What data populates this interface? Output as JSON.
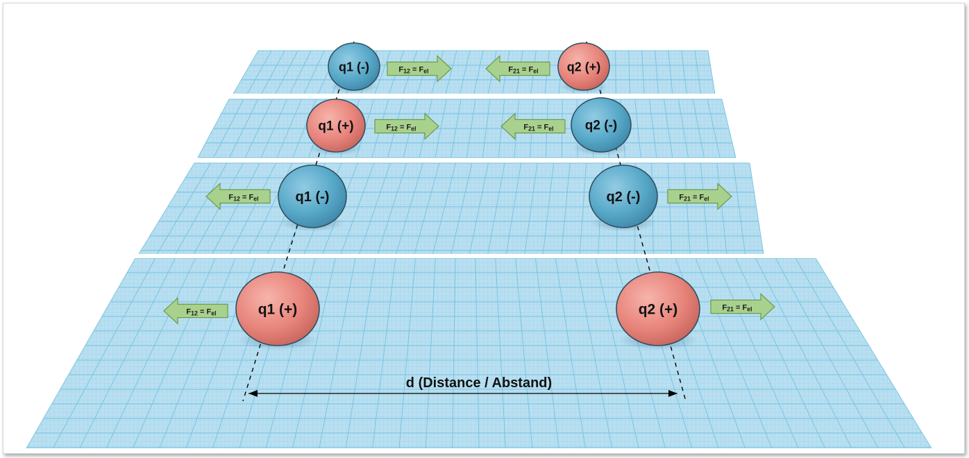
{
  "colors": {
    "positive": "#e8857c",
    "negative": "#58a9c9",
    "grid_fill": "#b9dff0",
    "grid_line": "#74c1e2",
    "arrow_fill": "#a9d18e",
    "arrow_stroke": "#6b9a4b",
    "separator": "#ffffff"
  },
  "distance_label": "d (Distance / Abstand)",
  "rows": [
    {
      "q1": {
        "name": "q1",
        "sign": "(-)",
        "polarity": "negative"
      },
      "q2": {
        "name": "q2",
        "sign": "(+)",
        "polarity": "positive"
      },
      "f12": {
        "label": "F",
        "sub": "12",
        "eq": " = F",
        "sub2": "el",
        "direction": "right"
      },
      "f21": {
        "label": "F",
        "sub": "21",
        "eq": " = F",
        "sub2": "el",
        "direction": "left"
      }
    },
    {
      "q1": {
        "name": "q1",
        "sign": "(+)",
        "polarity": "positive"
      },
      "q2": {
        "name": "q2",
        "sign": "(-)",
        "polarity": "negative"
      },
      "f12": {
        "label": "F",
        "sub": "12",
        "eq": " = F",
        "sub2": "el",
        "direction": "right"
      },
      "f21": {
        "label": "F",
        "sub": "21",
        "eq": " = F",
        "sub2": "el",
        "direction": "left"
      }
    },
    {
      "q1": {
        "name": "q1",
        "sign": "(-)",
        "polarity": "negative"
      },
      "q2": {
        "name": "q2",
        "sign": "(-)",
        "polarity": "negative"
      },
      "f12": {
        "label": "F",
        "sub": "12",
        "eq": " = F",
        "sub2": "el",
        "direction": "left"
      },
      "f21": {
        "label": "F",
        "sub": "21",
        "eq": " = F",
        "sub2": "el",
        "direction": "right"
      }
    },
    {
      "q1": {
        "name": "q1",
        "sign": "(+)",
        "polarity": "positive"
      },
      "q2": {
        "name": "q2",
        "sign": "(+)",
        "polarity": "positive"
      },
      "f12": {
        "label": "F",
        "sub": "12",
        "eq": " = F",
        "sub2": "el",
        "direction": "left"
      },
      "f21": {
        "label": "F",
        "sub": "21",
        "eq": " = F",
        "sub2": "el",
        "direction": "right"
      }
    }
  ]
}
